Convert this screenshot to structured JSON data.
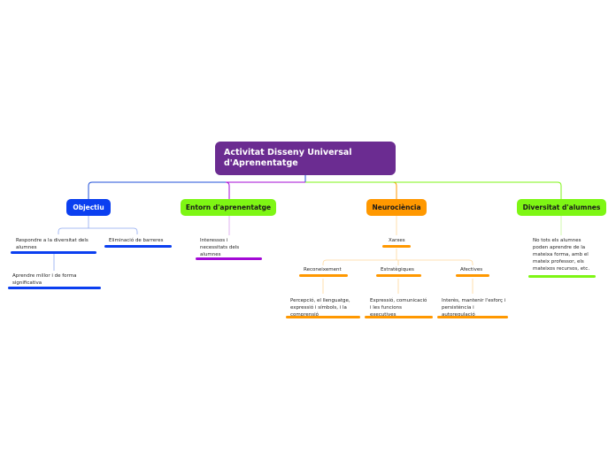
{
  "colors": {
    "root": "#6b2c91",
    "objectiu": "#0b3ff0",
    "entorn": "#7ef614",
    "entorn_sub": "#a30ad6",
    "neurociencia": "#ff9800",
    "diversitat": "#7ef614"
  },
  "root": {
    "title_line1": "Activitat Disseny Universal",
    "title_line2": "d'Aprenentatge"
  },
  "branches": {
    "objectiu": {
      "label": "Objectiu",
      "children": [
        "Respondre a la diversitat dels alumnes",
        "Eliminació de barreres"
      ],
      "grandchild": "Aprendre millor i de forma significativa"
    },
    "entorn": {
      "label": "Entorn d'aprenentatge",
      "children": [
        "Interessos i necessitats dels alumnes"
      ]
    },
    "neurociencia": {
      "label": "Neurociència",
      "xarxes": "Xarxes",
      "types": [
        "Reconeixement",
        "Estratègiques",
        "Afectives"
      ],
      "details": [
        "Percepció, el llenguatge, expressió i símbols, i la comprensió",
        "Expressió, comunicació i les funcions executives",
        "Interès, mantenir l'esforç i persistència i autoregulació"
      ]
    },
    "diversitat": {
      "label": "Diversitat d'alumnes",
      "children": [
        "No tots els alumnes poden aprendre de la mateixa forma, amb el mateix professor, els mateixos recursos, etc."
      ]
    }
  }
}
